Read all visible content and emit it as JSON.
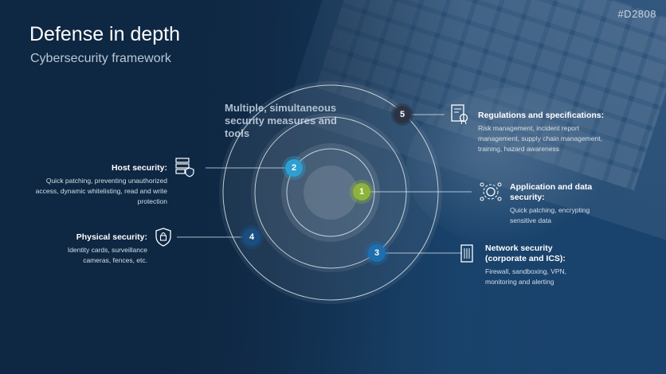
{
  "tag": "#D2808",
  "title": "Defense in depth",
  "subtitle": "Cybersecurity framework",
  "intro": "Multiple, simultaneous security measures and tools",
  "colors": {
    "node1": "#8db33a",
    "node2": "#2e9fd0",
    "node3": "#1e6fb0",
    "node4": "#1b4d80",
    "node5": "#2a3444"
  },
  "nodes": [
    {
      "id": "1",
      "label": "Application and data security:",
      "text": "Quick patching, encrypting sensitive data",
      "icon": "gear-network-icon"
    },
    {
      "id": "2",
      "label": "Host security:",
      "text": "Quick patching, preventing unauthorized access, dynamic whitelisting, read and write protection",
      "icon": "server-shield-icon"
    },
    {
      "id": "3",
      "label": "Network security (corporate and ICS):",
      "text": "Firewall, sandboxing, VPN, monitoring and alerting",
      "icon": "building-icon"
    },
    {
      "id": "4",
      "label": "Physical security:",
      "text": "Identity cards, surveillance cameras, fences, etc.",
      "icon": "shield-lock-icon"
    },
    {
      "id": "5",
      "label": "Regulations and specifications:",
      "text": "Risk management, incident report management, supply chain management, training, hazard awareness",
      "icon": "document-seal-icon"
    }
  ]
}
